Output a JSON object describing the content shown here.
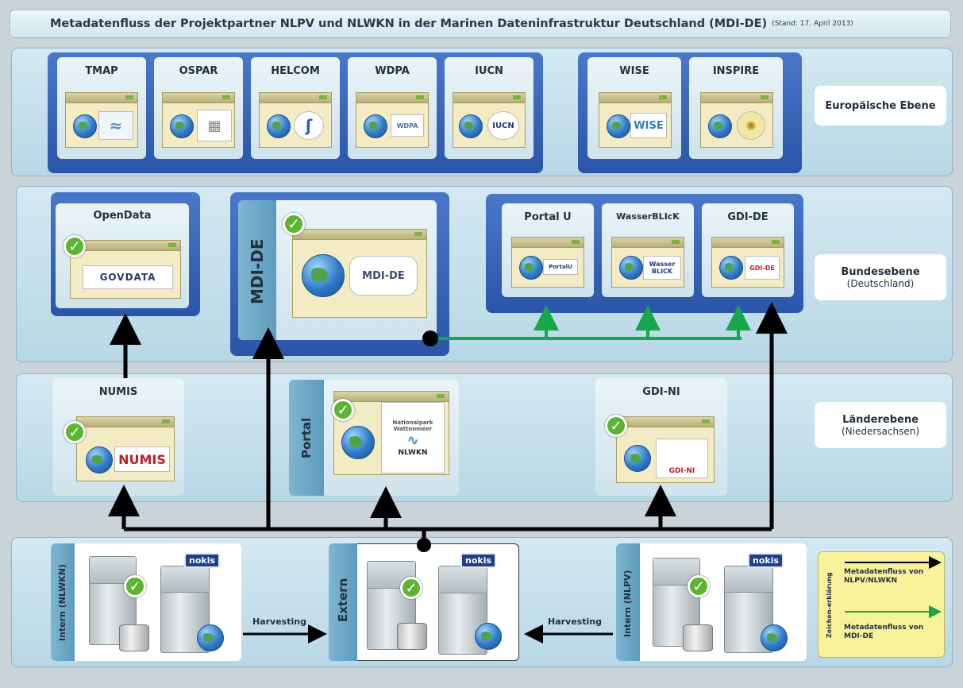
{
  "title": "Metadatenfluss der Projektpartner NLPV und NLWKN in der Marinen Dateninfrastruktur Deutschland (MDI-DE)",
  "stand": "(Stand: 17. April 2013)",
  "europe": {
    "portals": [
      "TMAP",
      "OSPAR",
      "HELCOM",
      "WDPA",
      "IUCN"
    ],
    "portals2": [
      "WISE",
      "INSPIRE"
    ],
    "logos": [
      "WDPA",
      "IUCN",
      "WISE"
    ],
    "label": "Europäische Ebene"
  },
  "bund": {
    "opendata": "OpenData",
    "govdata": "GOVDATA",
    "mdide": "MDI-DE",
    "mdide_logo": "MDI-DE",
    "portals": [
      "Portal U",
      "WasserBLIcK",
      "GDI-DE"
    ],
    "portal_logos": [
      "PortalU",
      "Wasser BLICK",
      "GDI-DE"
    ],
    "label": "Bundesebene",
    "sublabel": "(Deutschland)"
  },
  "land": {
    "numis": "NUMIS",
    "numis_logo": "NUMIS",
    "portal": "Portal",
    "portal_logo_top": "Nationalpark Wattenmeer",
    "portal_logo": "NLWKN",
    "gdini": "GDI-NI",
    "gdini_logo": "GDI-NI",
    "label": "Länderebene",
    "sublabel": "(Niedersachsen)"
  },
  "bottom": {
    "intern_nlwkn": "Intern (NLWKN)",
    "extern": "Extern",
    "intern_nlpv": "Intern (NLPV)",
    "nokis": "nokis",
    "harvesting": "Harvesting"
  },
  "legend": {
    "title": "Zeichen-erklärung",
    "black": "Metadatenfluss von NLPV/NLWKN",
    "green": "Metadatenfluss von MDI-DE"
  },
  "colors": {
    "black_flow": "#000000",
    "green_flow": "#14a84a",
    "group_blue": "#2a55a8"
  }
}
